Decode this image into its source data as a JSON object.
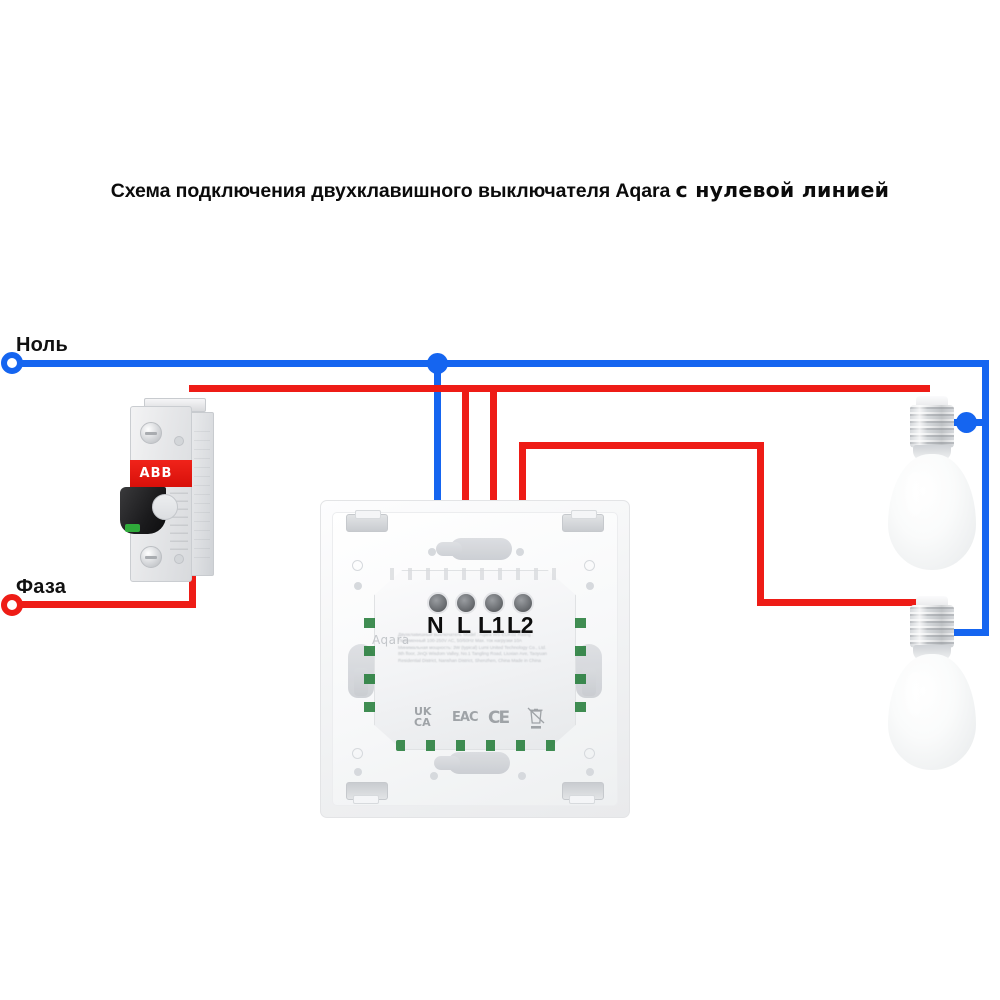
{
  "title": {
    "main": "Схема подключения двухклавишного выключателя Aqara ",
    "emphasis": "с нулевой линией"
  },
  "sources": [
    {
      "name": "neutral",
      "label": "Ноль",
      "color": "#1565f0"
    },
    {
      "name": "phase",
      "label": "Фаза",
      "color": "#ee1c16"
    }
  ],
  "breaker": {
    "brand": "ABB",
    "type": "single-pole circuit breaker"
  },
  "switch": {
    "brand": "Aqara",
    "terminals": [
      {
        "id": "N",
        "label": "N",
        "wire_color": "#1565f0"
      },
      {
        "id": "L",
        "label": "L",
        "wire_color": "#ee1c16"
      },
      {
        "id": "L1",
        "label": "L1",
        "wire_color": "#ee1c16"
      },
      {
        "id": "L2",
        "label": "L2",
        "wire_color": "#ee1c16"
      }
    ],
    "fineprint": "Двухклавишный выключатель Model : Aqara WS-EUK02 Rating : Переменный 100-250V AC, 50/60Hz Max. ток нагрузки 10A Минимальная мощность: 3W (typical) Lumi United Technology Co., Ltd. 8th floor, JinQi Wisdom Valley, No.1 Tangling Road, Liuxian Ave, Taoyuan Residential District, Nanshan District, Shenzhen, China Made in China",
    "certifications": [
      {
        "name": "ukca-mark",
        "label": "UK\nCA"
      },
      {
        "name": "eac-mark",
        "label": "EAC"
      },
      {
        "name": "ce-mark",
        "label": "CE"
      },
      {
        "name": "weee-mark",
        "label": "crossed-out-wheelie-bin"
      }
    ]
  },
  "lamps": [
    {
      "name": "lamp-top",
      "label": "light bulb 1"
    },
    {
      "name": "lamp-bottom",
      "label": "light bulb 2"
    }
  ],
  "wiring": {
    "neutral_color": "#1565f0",
    "phase_color": "#ee1c16",
    "description": "Neutral bus feeds switch terminal N and both lamp shells; phase from breaker feeds switch terminal L; L1 drives the top lamp, L2 drives the bottom lamp."
  },
  "colors": {
    "blue": "#1565f0",
    "red": "#ee1c16",
    "abb_red": "#e0120b",
    "background": "#ffffff",
    "text": "#111111"
  }
}
